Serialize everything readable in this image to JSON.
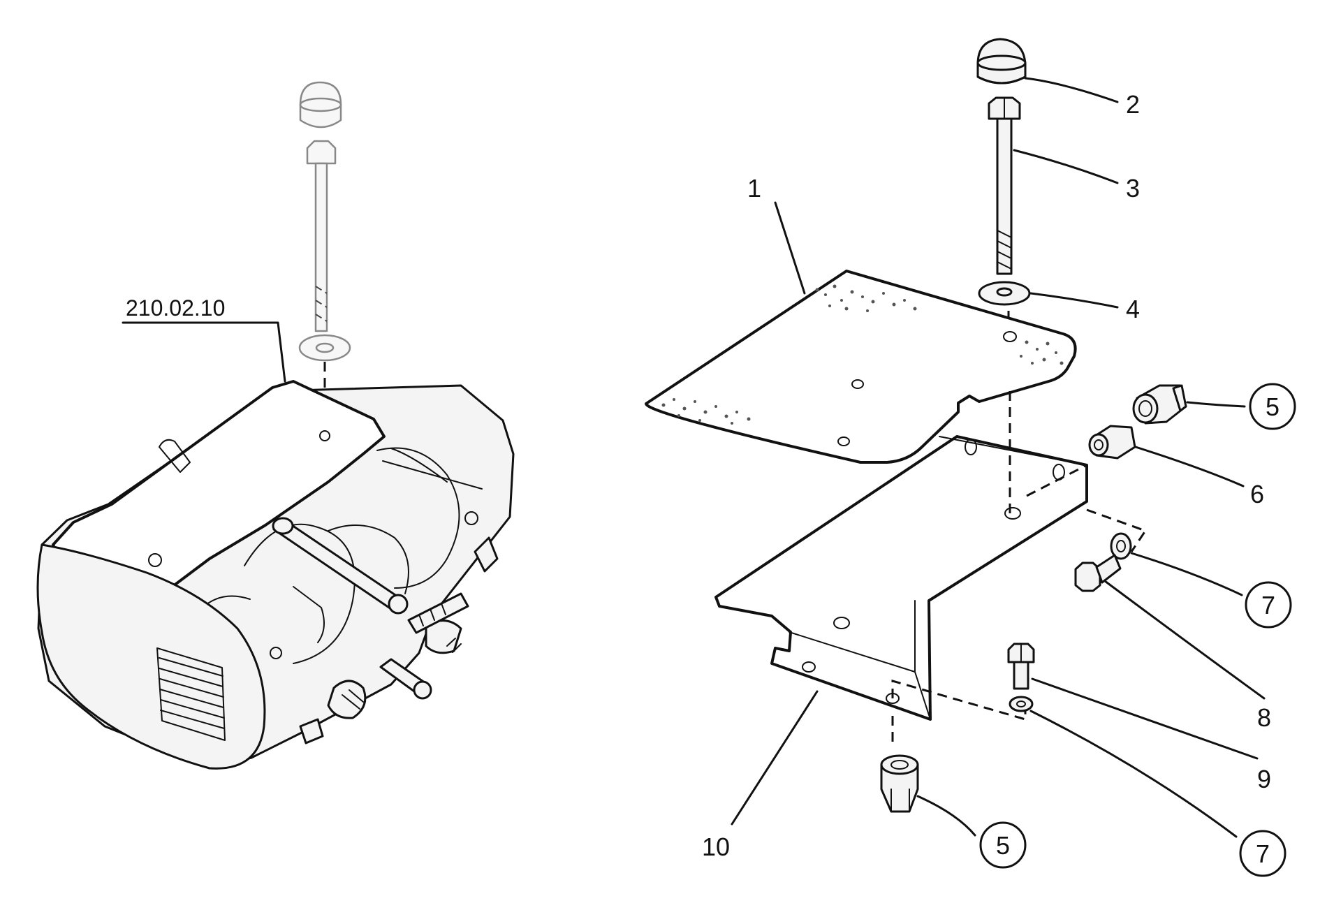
{
  "assembly_reference": "210.02.10",
  "callouts": [
    {
      "number": "1",
      "circled": false,
      "part": "mounting-plate"
    },
    {
      "number": "2",
      "circled": false,
      "part": "rubber-cap"
    },
    {
      "number": "3",
      "circled": false,
      "part": "long-bolt"
    },
    {
      "number": "4",
      "circled": false,
      "part": "washer"
    },
    {
      "number": "5",
      "circled": true,
      "part": "sleeve-nut-right"
    },
    {
      "number": "6",
      "circled": false,
      "part": "spacer-sleeve"
    },
    {
      "number": "7",
      "circled": true,
      "part": "lock-washer-right"
    },
    {
      "number": "8",
      "circled": false,
      "part": "hex-bolt-right"
    },
    {
      "number": "9",
      "circled": false,
      "part": "hex-bolt-lower"
    },
    {
      "number": "7",
      "circled": true,
      "part": "lock-washer-lower"
    },
    {
      "number": "5",
      "circled": true,
      "part": "sleeve-nut-lower"
    },
    {
      "number": "10",
      "circled": false,
      "part": "mounting-bracket"
    }
  ],
  "colors": {
    "line": "#111111",
    "background": "#ffffff"
  }
}
